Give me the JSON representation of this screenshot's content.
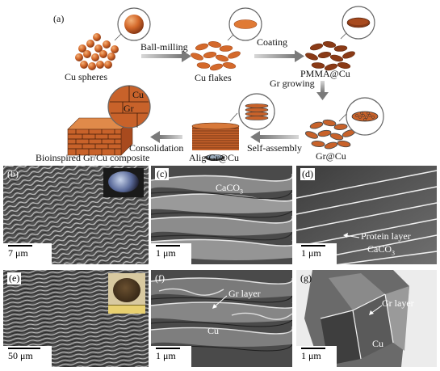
{
  "top": {
    "label": "(a)",
    "stages": {
      "cu_spheres": "Cu spheres",
      "cu_flakes": "Cu flakes",
      "pmma_cu": "PMMA@Cu",
      "gr_cu": "Gr@Cu",
      "alig_gr_cu": "Alig Gr@Cu",
      "composite": "Bioinspired Gr/Cu composite"
    },
    "steps": {
      "ball_milling": "Ball-milling",
      "coating": "Coating",
      "gr_growing": "Gr growing",
      "self_assembly": "Self-assembly",
      "consolidation": "Consolidation"
    },
    "zoom_labels": {
      "cu": "Cu",
      "gr": "Gr"
    }
  },
  "panels": {
    "b": {
      "label": "(b)",
      "scale": "7 μm"
    },
    "c": {
      "label": "(c)",
      "scale": "1 μm",
      "annotation": "CaCO",
      "annotation_sub": "3"
    },
    "d": {
      "label": "(d)",
      "scale": "1 μm",
      "annotation1": "Protein layer",
      "annotation2": "CaCO",
      "annotation2_sub": "3"
    },
    "e": {
      "label": "(e)",
      "scale": "50 μm"
    },
    "f": {
      "label": "(f)",
      "scale": "1 μm",
      "annotation1": "Gr layer",
      "annotation2": "Cu"
    },
    "g": {
      "label": "(g)",
      "scale": "1 μm",
      "annotation1": "Gr layer",
      "annotation2": "Cu"
    }
  },
  "colors": {
    "copper": "#c8622a",
    "copper_dark": "#8a3a16",
    "arrow": "#8a8a8a"
  }
}
